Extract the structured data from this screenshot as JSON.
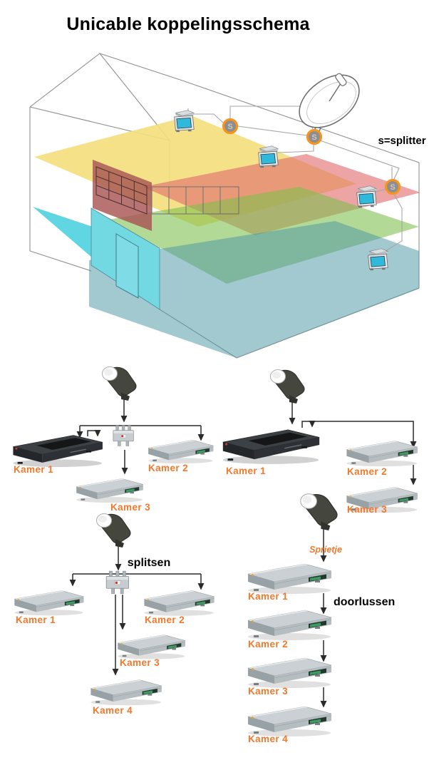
{
  "title": "Unicable koppelingsschema",
  "house": {
    "legend": "s=splitter",
    "splitter_letter": "S",
    "colors": {
      "floor_attic_yellow": "#F2DF7C",
      "floor_second_red": "#E06C6C",
      "floor_first_green": "#7FC04E",
      "floor_ground_teal": "#4E98A4",
      "front_wall_cyan": "#72D8E2",
      "tv_screen_cyan": "#2FB9DB",
      "splitter_badge_orange": "#F7941D",
      "room_label_orange": "#F4782B"
    }
  },
  "diagrams": {
    "top_left": {
      "rooms": [
        "Kamer 1",
        "Kamer 2",
        "Kamer 3"
      ]
    },
    "top_right": {
      "rooms": [
        "Kamer 1",
        "Kamer 2",
        "Kamer 3"
      ]
    },
    "bottom_left": {
      "caption": "splitsen",
      "rooms": [
        "Kamer 1",
        "Kamer 2",
        "Kamer 3",
        "Kamer 4"
      ]
    },
    "bottom_right": {
      "caption": "doorlussen",
      "lnb_label": "Sprietje",
      "rooms": [
        "Kamer 1",
        "Kamer 2",
        "Kamer 3",
        "Kamer 4"
      ]
    }
  }
}
